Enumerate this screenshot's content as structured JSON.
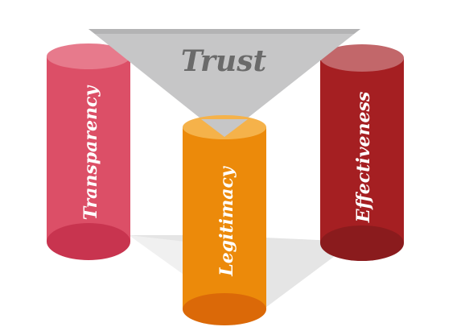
{
  "diagram": {
    "roof_label": "Trust",
    "pillars": [
      {
        "label": "Transparency",
        "color_body": "#dc4f67",
        "color_top": "#e77a8c",
        "color_bottom": "#c8344f"
      },
      {
        "label": "Legitimacy",
        "color_body": "#ec8a0a",
        "color_top": "#f5b24a",
        "color_bottom": "#db6908"
      },
      {
        "label": "Effectiveness",
        "color_body": "#a51f22",
        "color_top": "#c2676a",
        "color_bottom": "#8a1b1d"
      }
    ],
    "roof_color": "#c6c6c7",
    "shadow_color": "#e4e4e4"
  }
}
